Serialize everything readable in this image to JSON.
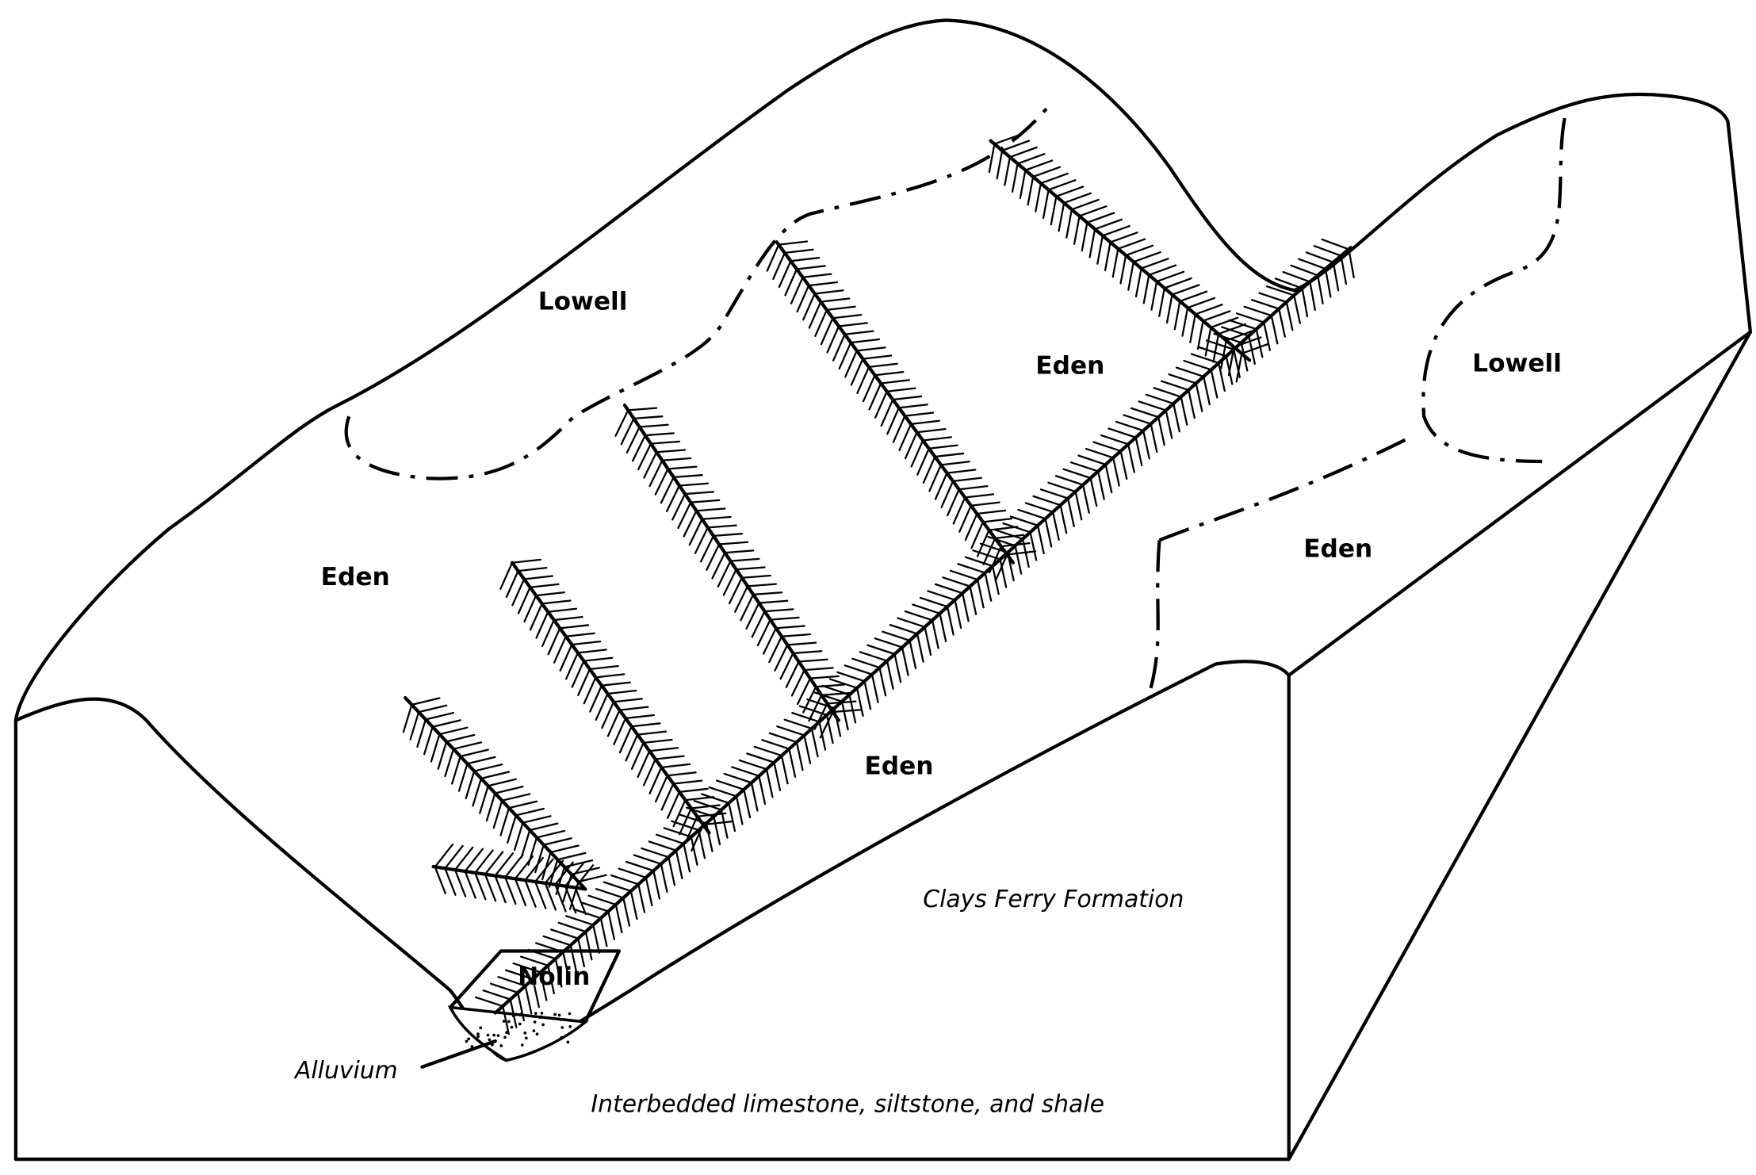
{
  "soil_labels": {
    "lowell_left": "Lowell",
    "lowell_right": "Lowell",
    "eden_left": "Eden",
    "eden_center_upper": "Eden",
    "eden_right": "Eden",
    "eden_center_lower": "Eden",
    "nolin": "Nolin",
    "alluvium": "Alluvium"
  },
  "geology_labels": {
    "formation": "Clays Ferry Formation",
    "bedrock": "Interbedded limestone, siltstone, and shale"
  }
}
